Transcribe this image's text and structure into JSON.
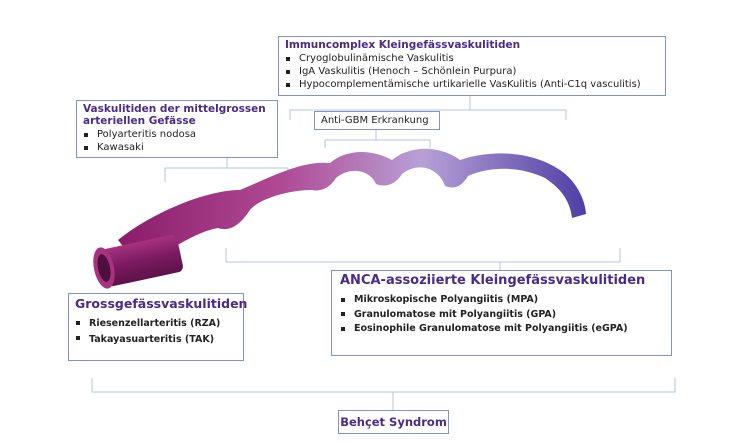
{
  "immune_complex": {
    "title": "Immuncomplex Kleingefässvaskulitiden",
    "items": [
      "Cryoglobulinämische Vaskulitis",
      "IgA Vaskulitis (Henoch – Schönlein Purpura)",
      "Hypocomplementämische urtikarielle VasKulitis (Anti-C1q vasculitis)"
    ]
  },
  "medium_vessel": {
    "title": "Vaskulitiden der mittelgrossen arteriellen Gefässe",
    "items": [
      "Polyarteritis nodosa",
      "Kawasaki"
    ]
  },
  "anti_gbm": {
    "label": "Anti-GBM Erkrankung"
  },
  "anca": {
    "title": "ANCA-assoziierte Kleingefässvaskulitiden",
    "items": [
      "Mikroskopische Polyangiitis (MPA)",
      "Granulomatose mit Polyangiitis (GPA)",
      "Eosinophile Granulomatose mit Polyangiitis (eGPA)"
    ]
  },
  "large_vessel": {
    "title": "Grossgefässvaskulitiden",
    "items": [
      "Riesenzellarteritis (RZA)",
      "Takayasuarteritis (TAK)"
    ]
  },
  "behcet": {
    "label": "Behçet Syndrom"
  },
  "colors": {
    "box_border": "#7f93c9",
    "title_text": "#4a2a8a",
    "vessel_start": "#8a1c6a",
    "vessel_end": "#5646a8"
  }
}
